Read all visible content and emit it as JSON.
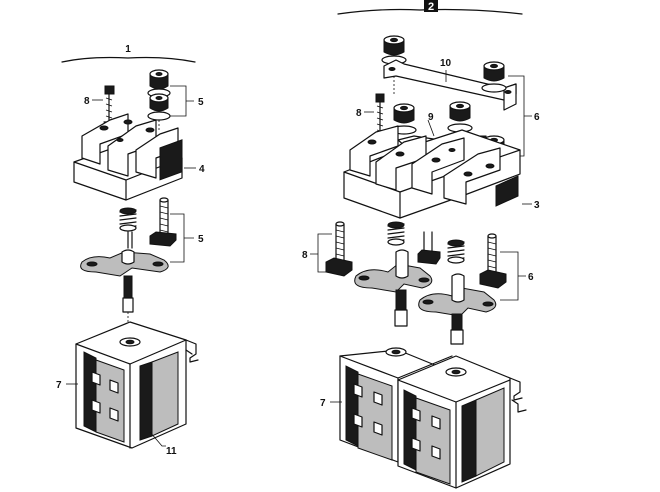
{
  "assemblies": [
    {
      "title": "1",
      "callouts": {
        "c8": "8",
        "c5a": "5",
        "c4": "4",
        "c5b": "5",
        "c7": "7",
        "c11": "11"
      }
    },
    {
      "title": "2",
      "callouts": {
        "c10": "10",
        "c8a": "8",
        "c9": "9",
        "c6a": "6",
        "c3": "3",
        "c8b": "8",
        "c6b": "6",
        "c7": "7"
      }
    }
  ]
}
